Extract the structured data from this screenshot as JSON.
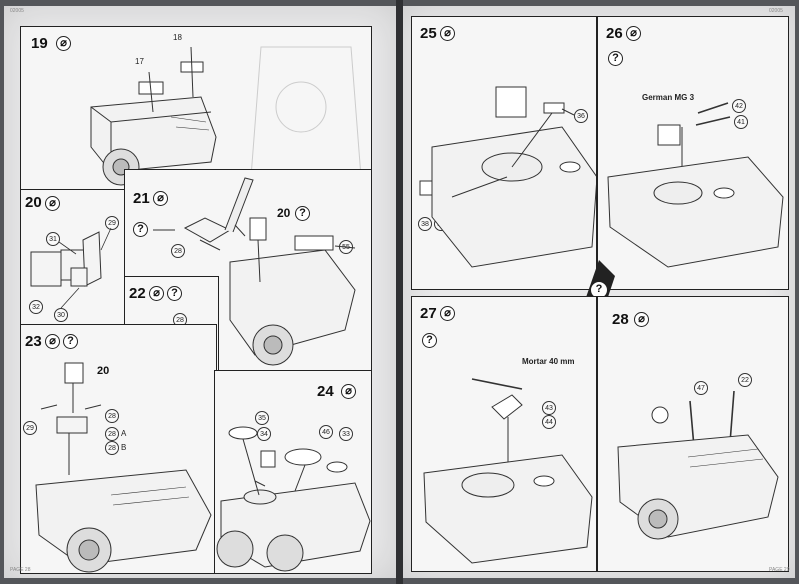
{
  "left_page": {
    "page_label": "PAGE 28",
    "header_label": "02005",
    "steps": [
      {
        "id": "19",
        "parts": [
          "17",
          "18"
        ]
      },
      {
        "id": "20",
        "parts": [
          "31",
          "29",
          "32",
          "30"
        ]
      },
      {
        "id": "21",
        "parts": [
          "28",
          "20",
          "55"
        ]
      },
      {
        "id": "22",
        "parts": [
          "28"
        ]
      },
      {
        "id": "23",
        "parts": [
          "20",
          "28",
          "29",
          "28",
          "A",
          "28",
          "B"
        ]
      },
      {
        "id": "24",
        "parts": [
          "35",
          "34",
          "46",
          "33"
        ]
      }
    ]
  },
  "right_page": {
    "page_label": "PAGE 29",
    "header_label": "02005",
    "steps": [
      {
        "id": "25",
        "parts": [
          "36",
          "38",
          "37"
        ]
      },
      {
        "id": "26",
        "parts": [
          "42",
          "41"
        ],
        "caption": "German MG 3"
      },
      {
        "id": "27",
        "parts": [
          "43",
          "44"
        ],
        "caption": "Mortar 40 mm"
      },
      {
        "id": "28",
        "parts": [
          "47",
          "22"
        ]
      }
    ]
  },
  "icons": {
    "glue": "glue-icon",
    "optional": "question-icon"
  }
}
